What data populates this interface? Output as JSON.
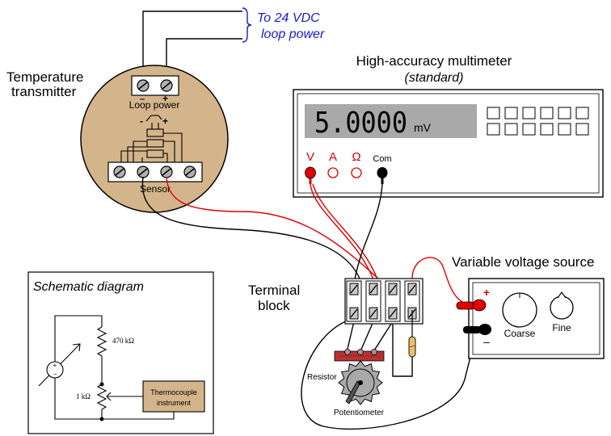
{
  "loop_power_note": {
    "line1": "To 24 VDC",
    "line2": "loop power",
    "color": "#1a1acc"
  },
  "transmitter": {
    "title_line1": "Temperature",
    "title_line2": "transmitter",
    "loop_terminal_label": "Loop power",
    "loop_minus": "–",
    "loop_plus": "+",
    "jumper_minus": "-",
    "jumper_plus": "+",
    "sensor_label": "Sensor",
    "body_color": "#d4b48a"
  },
  "multimeter": {
    "title": "High-accuracy multimeter",
    "subtitle": "(standard)",
    "reading": "5.0000",
    "unit": "mV",
    "jacks": [
      {
        "label": "V",
        "color": "#e00000"
      },
      {
        "label": "A",
        "color": "#e00000"
      },
      {
        "label": "Ω",
        "color": "#e00000"
      },
      {
        "label": "Com",
        "color": "#000000"
      }
    ],
    "display_color": "#a9a9a9"
  },
  "terminal_block": {
    "label_line1": "Terminal",
    "label_line2": "block"
  },
  "voltage_source": {
    "title": "Variable voltage source",
    "plus": "+",
    "minus": "–",
    "coarse_label": "Coarse",
    "fine_label": "Fine"
  },
  "bench": {
    "resistor_label": "Resistor",
    "potentiometer_label": "Potentiometer",
    "resistor_color": "#b83232"
  },
  "schematic": {
    "title": "Schematic diagram",
    "r1_label": "470 kΩ",
    "r2_label": "1 kΩ",
    "instrument_line1": "Thermocouple",
    "instrument_line2": "instrument",
    "instrument_fill": "#d4b48a"
  },
  "wire_colors": {
    "red": "#e00000",
    "black": "#000000"
  }
}
